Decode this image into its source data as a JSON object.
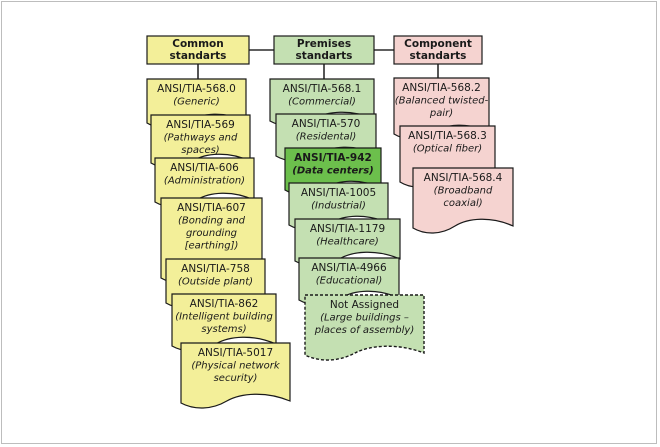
{
  "colors": {
    "common": "#f3ef99",
    "premises": "#c4e0b2",
    "premises_highlight": "#6cbf4c",
    "component": "#f5d3d0",
    "stroke": "#1a1a1a",
    "connector": "#2b2b2b"
  },
  "headers": {
    "common": [
      "Common",
      "standarts"
    ],
    "premises": [
      "Premises",
      "standarts"
    ],
    "component": [
      "Component",
      "standarts"
    ]
  },
  "common": [
    {
      "code": "ANSI/TIA-568.0",
      "desc": [
        "(Generic)"
      ]
    },
    {
      "code": "ANSI/TIA-569",
      "desc": [
        "(Pathways and",
        "spaces)"
      ]
    },
    {
      "code": "ANSI/TIA-606",
      "desc": [
        "(Administration)"
      ]
    },
    {
      "code": "ANSI/TIA-607",
      "desc": [
        "(Bonding and",
        "grounding",
        "[earthing])"
      ]
    },
    {
      "code": "ANSI/TIA-758",
      "desc": [
        "(Outside plant)"
      ]
    },
    {
      "code": "ANSI/TIA-862",
      "desc": [
        "(Intelligent building",
        "systems)"
      ]
    },
    {
      "code": "ANSI/TIA-5017",
      "desc": [
        "(Physical network",
        "security)"
      ]
    }
  ],
  "premises": [
    {
      "code": "ANSI/TIA-568.1",
      "desc": [
        "(Commercial)"
      ]
    },
    {
      "code": "ANSI/TIA-570",
      "desc": [
        "(Residental)"
      ]
    },
    {
      "code": "ANSI/TIA-942",
      "desc": [
        "(Data centers)"
      ],
      "highlight": true
    },
    {
      "code": "ANSI/TIA-1005",
      "desc": [
        "(Industrial)"
      ]
    },
    {
      "code": "ANSI/TIA-1179",
      "desc": [
        "(Healthcare)"
      ]
    },
    {
      "code": "ANSI/TIA-4966",
      "desc": [
        "(Educational)"
      ]
    },
    {
      "code": "Not Assigned",
      "desc": [
        "(Large buildings –",
        "places of assembly)"
      ],
      "dashed": true
    }
  ],
  "component": [
    {
      "code": "ANSI/TIA-568.2",
      "desc": [
        "(Balanced twisted-",
        "pair)"
      ]
    },
    {
      "code": "ANSI/TIA-568.3",
      "desc": [
        "(Optical fiber)"
      ]
    },
    {
      "code": "ANSI/TIA-568.4",
      "desc": [
        "(Broadband",
        "coaxial)"
      ]
    }
  ]
}
